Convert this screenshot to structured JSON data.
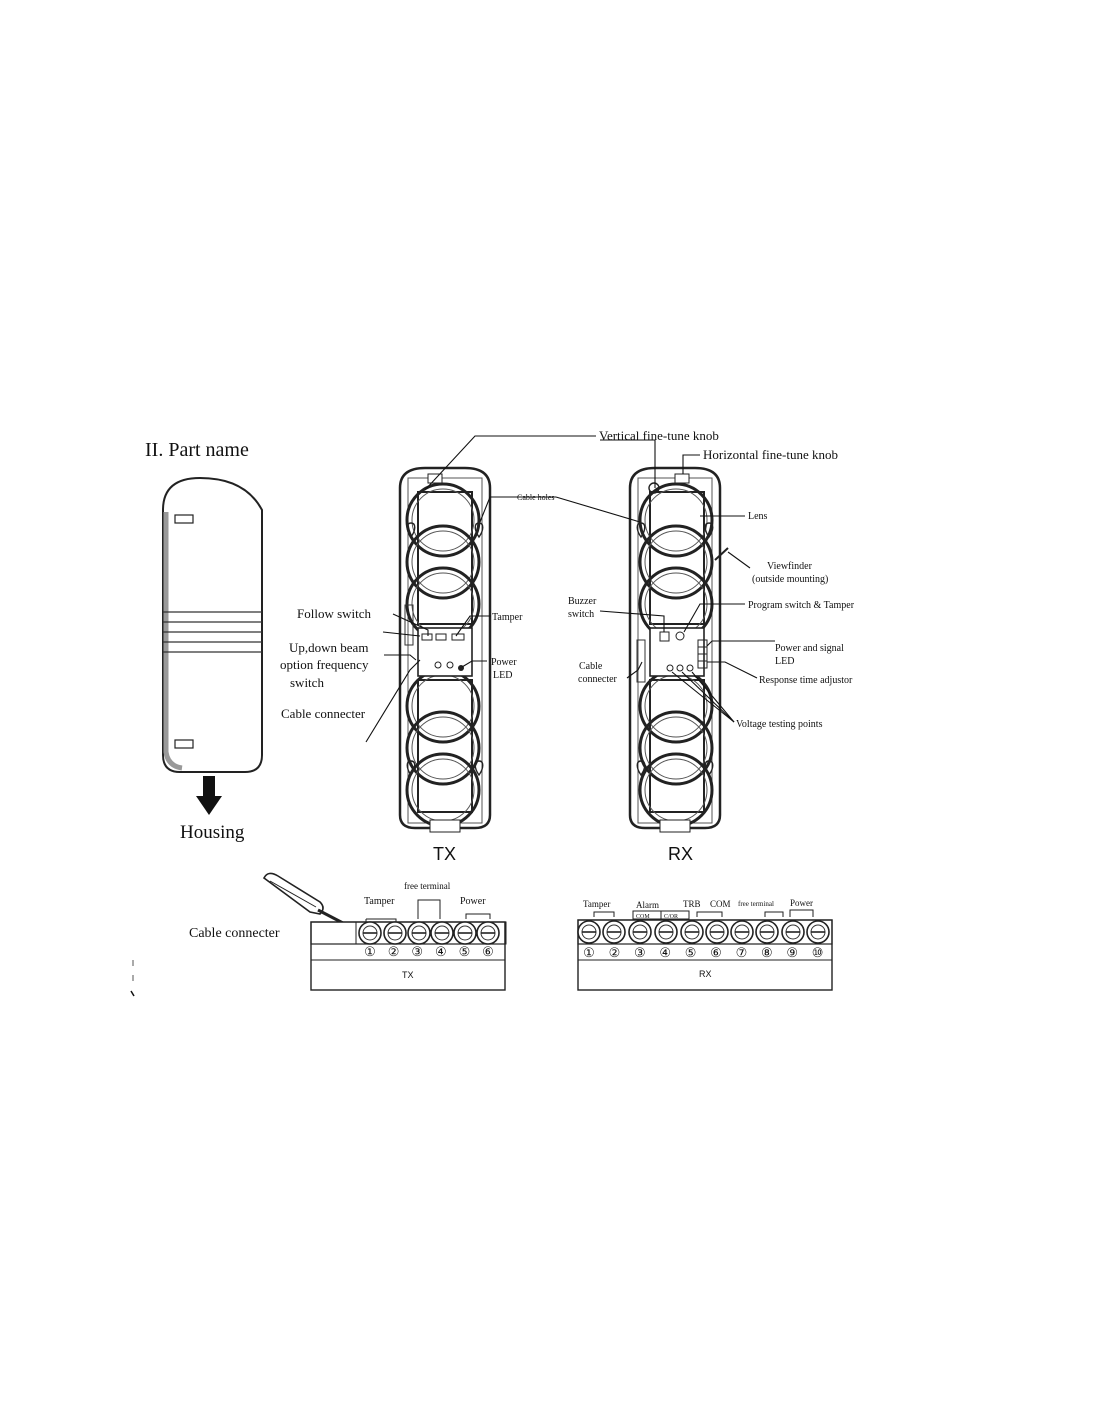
{
  "heading": "II. Part name",
  "housing_label": "Housing",
  "tx_label": "TX",
  "rx_label": "RX",
  "callouts": {
    "vertical_knob": "Vertical fine-tune knob",
    "horizontal_knob": "Horizontal fine-tune knob",
    "cable_holes": "Cable holes",
    "lens": "Lens",
    "viewfinder_1": "Viewfinder",
    "viewfinder_2": "(outside mounting)",
    "follow_switch": "Follow switch",
    "tamper": "Tamper",
    "updown_1": "Up,down beam",
    "updown_2": "option frequency",
    "updown_3": "switch",
    "power_led_1": "Power",
    "power_led_2": "LED",
    "cable_connecter": "Cable connecter",
    "buzzer_1": "Buzzer",
    "buzzer_2": "switch",
    "program_switch": "Program switch & Tamper",
    "rx_cable_1": "Cable",
    "rx_cable_2": "connecter",
    "power_signal_1": "Power and signal",
    "power_signal_2": "LED",
    "response_time": "Response time adjustor",
    "voltage_points": "Voltage testing points"
  },
  "tx_terminal": {
    "side_label": "Cable connecter",
    "board_label": "TX",
    "group_tamper": "Tamper",
    "group_free": "free terminal",
    "group_power": "Power",
    "numbers": [
      "①",
      "②",
      "③",
      "④",
      "⑤",
      "⑥"
    ]
  },
  "rx_terminal": {
    "board_label": "RX",
    "group_tamper": "Tamper",
    "group_alarm": "Alarm",
    "alarm_com": "COM",
    "alarm_nc": "C/OR",
    "group_trb": "TRB",
    "group_com": "COM",
    "group_free": "free terminal",
    "group_power": "Power",
    "numbers": [
      "①",
      "②",
      "③",
      "④",
      "⑤",
      "⑥",
      "⑦",
      "⑧",
      "⑨",
      "⑩"
    ]
  }
}
